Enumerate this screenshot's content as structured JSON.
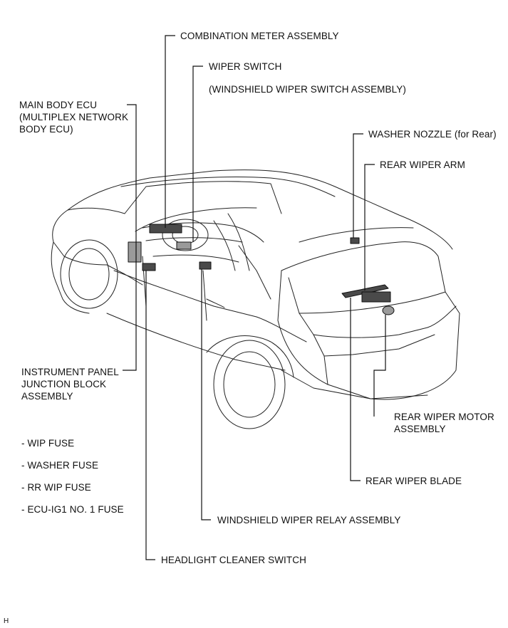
{
  "labels": {
    "combination_meter": "COMBINATION METER ASSEMBLY",
    "wiper_switch": "WIPER SWITCH",
    "wiper_switch_sub": "(WINDSHIELD WIPER SWITCH ASSEMBLY)",
    "main_body_ecu": "MAIN BODY ECU\n(MULTIPLEX NETWORK\nBODY ECU)",
    "washer_nozzle": "WASHER NOZZLE (for Rear)",
    "rear_wiper_arm": "REAR WIPER ARM",
    "instrument_panel_jb": "INSTRUMENT PANEL\nJUNCTION BLOCK\nASSEMBLY",
    "rear_wiper_motor": "REAR WIPER MOTOR\nASSEMBLY",
    "rear_wiper_blade": "REAR WIPER BLADE",
    "windshield_wiper_relay": "WINDSHIELD WIPER RELAY ASSEMBLY",
    "headlight_cleaner_switch": "HEADLIGHT CLEANER SWITCH",
    "corner_mark": "H"
  },
  "fuses": [
    "- WIP FUSE",
    "- WASHER FUSE",
    "- RR WIP FUSE",
    "- ECU-IG1 NO. 1 FUSE"
  ]
}
